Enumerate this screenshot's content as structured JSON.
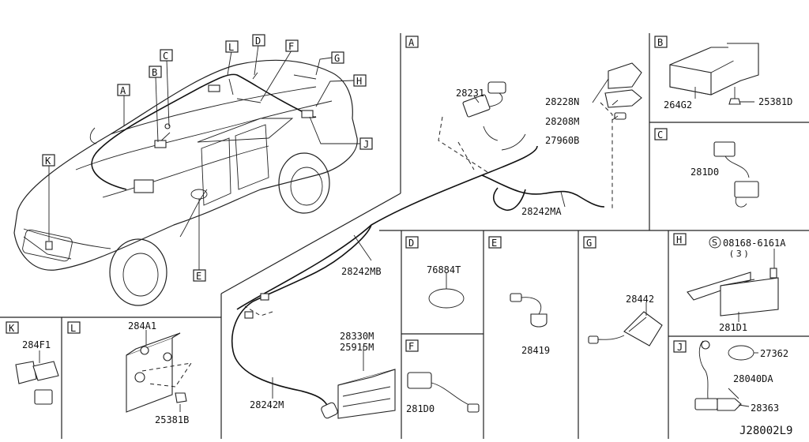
{
  "letters": {
    "A": "A",
    "B": "B",
    "C": "C",
    "D": "D",
    "E": "E",
    "F": "F",
    "G": "G",
    "H": "H",
    "J": "J",
    "K": "K",
    "L": "L"
  },
  "parts": {
    "p28231": "28231",
    "p28228N": "28228N",
    "p28208M": "28208M",
    "p27960B": "27960B",
    "p28242MA": "28242MA",
    "p28242MB": "28242MB",
    "p28242M": "28242M",
    "p28330M": "28330M",
    "p25915M": "25915M",
    "p264G2": "264G2",
    "p25381D": "25381D",
    "p281D0_c": "281D0",
    "p76884T": "76884T",
    "p28419": "28419",
    "p28442": "28442",
    "p08168": "08168-6161A",
    "p08168_qty": "( 3 )",
    "p281D1": "281D1",
    "p27362": "27362",
    "p28040DA": "28040DA",
    "p28363": "28363",
    "p281D0_f": "281D0",
    "p284F1": "284F1",
    "p284A1": "284A1",
    "p25381B": "25381B"
  },
  "circled_symbol": "S",
  "diagram_code": "J28002L9"
}
